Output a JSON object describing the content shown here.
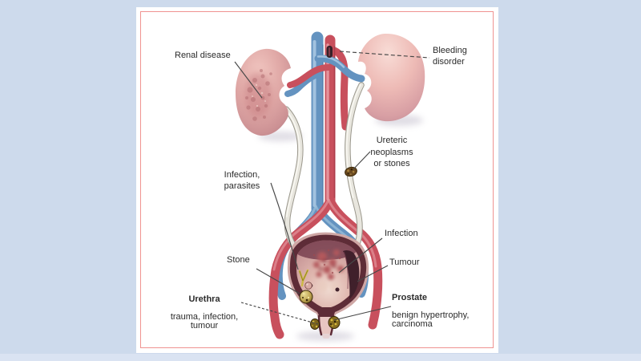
{
  "figure": {
    "type": "medical-diagram",
    "subject": "urinary tract with labelled causes of bleeding"
  },
  "labels": {
    "renal_disease": "Renal disease",
    "bleeding_disorder": "Bleeding\ndisorder",
    "ureteric_neoplasms": "Ureteric\nneoplasms\nor stones",
    "infection_parasites": "Infection,\nparasites",
    "infection": "Infection",
    "stone": "Stone",
    "tumour": "Tumour",
    "urethra_title": "Urethra",
    "urethra_sub": "trauma, infection,\ntumour",
    "prostate_title": "Prostate",
    "prostate_sub": "benign hypertrophy,\ncarcinoma"
  },
  "colors": {
    "page_background": "#cddaec",
    "page_background_bottom": "#dae3f2",
    "panel_background": "#ffffff",
    "panel_border": "#ef9391",
    "label_text": "#2b2b2b",
    "artery_red": "#c8505d",
    "vein_blue": "#6493c0",
    "kidney_pink": "#e0a8a6",
    "ureter_ivory": "#e8e6de",
    "bladder_wall_maroon": "#5e2c37",
    "bladder_interior": "#dfb6ae",
    "stone_gold": "#bfa551",
    "pointer_line": "#474747"
  }
}
